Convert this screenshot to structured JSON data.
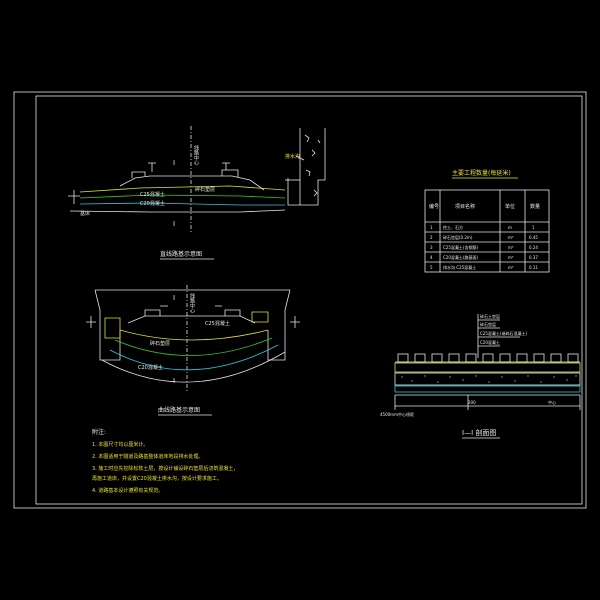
{
  "titles": {
    "section_a": "直线路基示意图",
    "section_b": "曲线路基示意图",
    "section_c": "I—I 剖面图",
    "table": "主要工程数量(每延米)"
  },
  "labels": {
    "rail_center": "线路中心",
    "drain": "排水沟",
    "section_mark": "I",
    "c25": "C25混凝土",
    "layer_a": "C20混凝土",
    "gravel": "碎石垫层",
    "layer_b": "C20混凝土",
    "bottom_label": "基床",
    "note_layer1": "碎石土垫层",
    "note_layer2": "碎石垫层",
    "note_layer3": "C25混凝土(或碎石混凝土)",
    "note_layer4": "C20混凝土",
    "dim_left": "4500mm中心线距",
    "dim_mid": "200",
    "dim_right": "中心"
  },
  "table": {
    "headers": [
      "编号",
      "项目名称",
      "单位",
      "数量"
    ],
    "rows": [
      [
        "1",
        "挖土、石方",
        "m",
        "1"
      ],
      [
        "2",
        "碎石垫层(0.2m)",
        "m³",
        "0.45"
      ],
      [
        "3",
        "C25混凝土(含钢筋)",
        "m³",
        "0.24"
      ],
      [
        "4",
        "C20混凝土(路基面)",
        "m³",
        "0.37"
      ],
      [
        "5",
        "排水沟 C25混凝土",
        "m³",
        "0.11"
      ]
    ]
  },
  "notes": {
    "heading": "附注:",
    "items": [
      "1. 本图尺寸均以厘米计。",
      "2. 本图适用于隧道及路基整体道床地段排水处理。",
      "3. 施工时应先挖除松软土层，按设计铺设碎石垫层后浇筑混凝土，",
      "   再施工道床，并设置C20混凝土排水沟，按设计要求施工。",
      "4. 道路基本设计遵照有关规范。"
    ]
  }
}
